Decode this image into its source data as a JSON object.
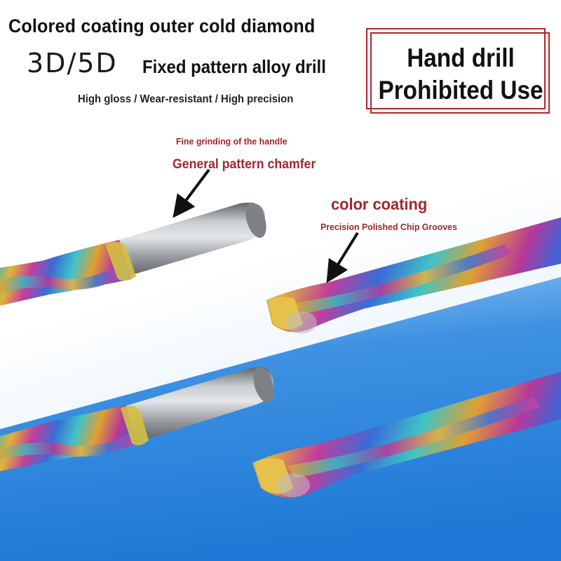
{
  "header": {
    "headline": "Colored coating outer cold diamond",
    "size_code": "3D/5D",
    "subhead": "Fixed pattern alloy drill",
    "features": "High gloss / Wear-resistant / High precision"
  },
  "warning": {
    "line1": "Hand drill",
    "line2": "Prohibited Use"
  },
  "callouts": {
    "handle_grinding": "Fine grinding of the handle",
    "chamfer": "General pattern chamfer",
    "color_coating": "color coating",
    "chip_grooves": "Precision Polished Chip Grooves"
  },
  "colors": {
    "accent_red": "#a3262c",
    "sky_blue": "#2f86dd",
    "shank_steel": "#9a9ea3"
  },
  "icons": [
    "arrow-icon",
    "drill-bit-icon"
  ]
}
